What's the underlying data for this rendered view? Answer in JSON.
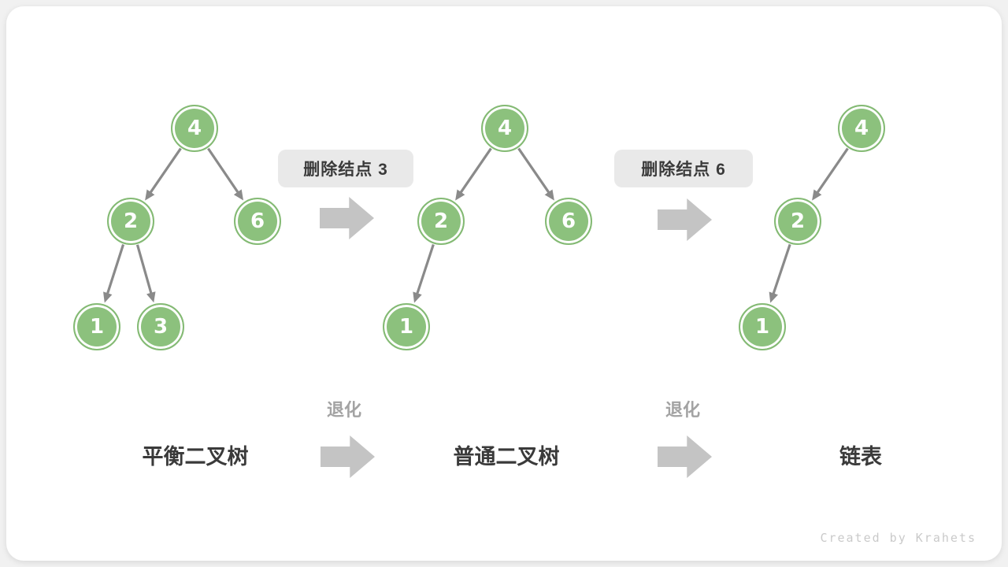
{
  "colors": {
    "page_bg": "#f1f1f1",
    "card_bg": "#ffffff",
    "node_fill": "#8cc17d",
    "node_border": "#84ba74",
    "node_ring": "#ffffff",
    "edge": "#8a8a8a",
    "block_arrow": "#c4c4c4",
    "label_box": "#e9e9e9",
    "title_text": "#3a3a3a",
    "muted_text": "#a3a3a3",
    "watermark": "#cacaca"
  },
  "step_labels": [
    "删除结点 3",
    "删除结点 6"
  ],
  "degrade_label": "退化",
  "trees": [
    {
      "title": "平衡二叉树",
      "nodes": [
        {
          "value": "4"
        },
        {
          "value": "2"
        },
        {
          "value": "6"
        },
        {
          "value": "1"
        },
        {
          "value": "3"
        }
      ],
      "edges": [
        {
          "from": "4",
          "to": "2"
        },
        {
          "from": "4",
          "to": "6"
        },
        {
          "from": "2",
          "to": "1"
        },
        {
          "from": "2",
          "to": "3"
        }
      ]
    },
    {
      "title": "普通二叉树",
      "nodes": [
        {
          "value": "4"
        },
        {
          "value": "2"
        },
        {
          "value": "6"
        },
        {
          "value": "1"
        }
      ],
      "edges": [
        {
          "from": "4",
          "to": "2"
        },
        {
          "from": "4",
          "to": "6"
        },
        {
          "from": "2",
          "to": "1"
        }
      ]
    },
    {
      "title": "链表",
      "nodes": [
        {
          "value": "4"
        },
        {
          "value": "2"
        },
        {
          "value": "1"
        }
      ],
      "edges": [
        {
          "from": "4",
          "to": "2"
        },
        {
          "from": "2",
          "to": "1"
        }
      ]
    }
  ],
  "watermark_text": "Created by Krahets"
}
